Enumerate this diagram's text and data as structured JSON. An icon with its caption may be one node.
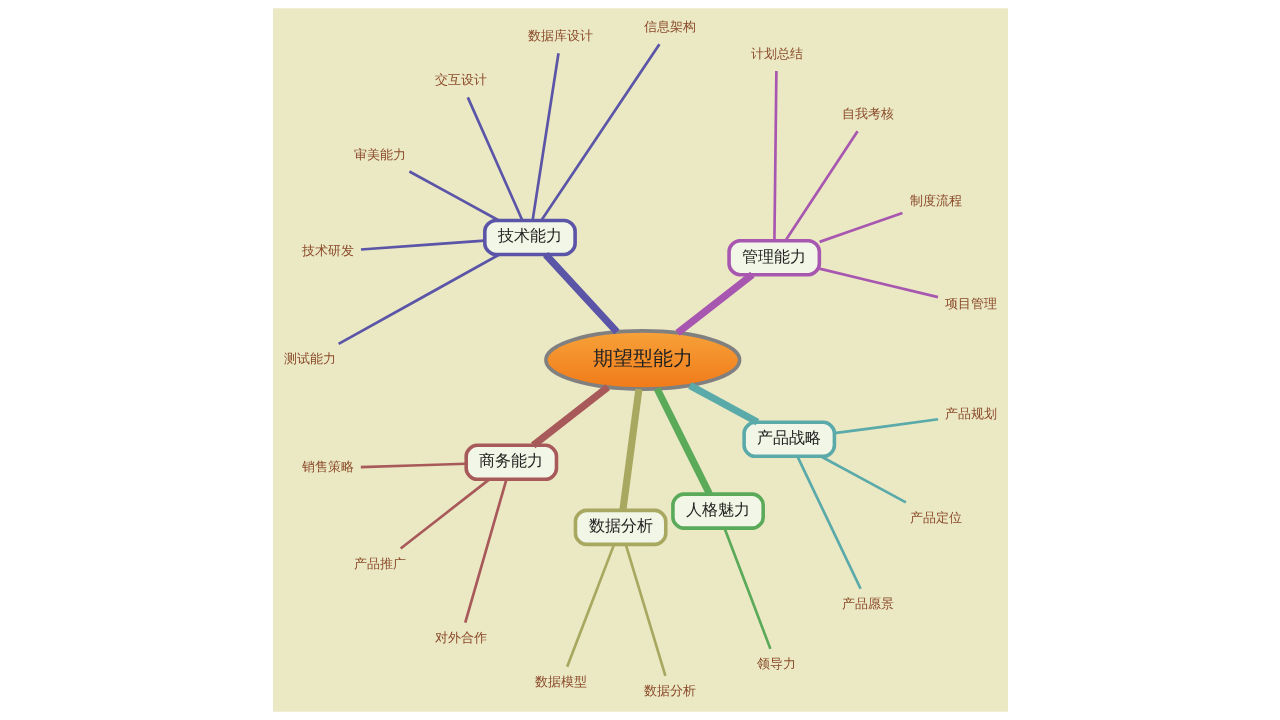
{
  "diagram": {
    "nodes": [
      {
        "text": [
          "期望型能力"
        ]
      },
      {
        "text": [
          "管理能力"
        ]
      },
      {
        "text": [
          "项目管理"
        ]
      },
      {
        "text": [
          "制度流程"
        ]
      },
      {
        "text": [
          "自我考核"
        ]
      },
      {
        "text": [
          "计划总结"
        ]
      },
      {
        "text": [
          "技术能力"
        ]
      },
      {
        "text": [
          "信息架构"
        ]
      },
      {
        "text": [
          "数据库设计"
        ]
      },
      {
        "text": [
          "交互设计"
        ]
      },
      {
        "text": [
          "审美能力"
        ]
      },
      {
        "text": [
          "技术研发"
        ]
      },
      {
        "text": [
          "测试能力"
        ]
      },
      {
        "text": [
          "商务能力"
        ]
      },
      {
        "text": [
          "销售策略"
        ]
      },
      {
        "text": [
          "产品推广"
        ]
      },
      {
        "text": [
          "对外合作"
        ]
      },
      {
        "text": [
          "数据分析"
        ]
      },
      {
        "text": [
          "数据模型"
        ]
      },
      {
        "text": [
          "数据分析"
        ]
      },
      {
        "text": [
          "人格魅力"
        ]
      },
      {
        "text": [
          "领导力"
        ]
      },
      {
        "text": [
          "产品战略"
        ]
      },
      {
        "text": [
          "产品愿景"
        ]
      },
      {
        "text": [
          "产品定位"
        ]
      },
      {
        "text": [
          "产品规划"
        ]
      }
    ],
    "edges": [
      {
        "from": 0,
        "to": 1,
        "arrow": "none",
        "style": "thick",
        "color": "#a857b0"
      },
      {
        "from": 1,
        "to": 2,
        "arrow": "none",
        "color": "#a857b0"
      },
      {
        "from": 1,
        "to": 3,
        "arrow": "none",
        "color": "#a857b0"
      },
      {
        "from": 1,
        "to": 4,
        "arrow": "none",
        "color": "#a857b0"
      },
      {
        "from": 1,
        "to": 5,
        "arrow": "none",
        "color": "#a857b0"
      },
      {
        "from": 0,
        "to": 6,
        "arrow": "none",
        "style": "thick",
        "color": "#5b55a8"
      },
      {
        "from": 6,
        "to": 7,
        "arrow": "none",
        "color": "#5b55a8"
      },
      {
        "from": 6,
        "to": 8,
        "arrow": "none",
        "color": "#5b55a8"
      },
      {
        "from": 6,
        "to": 9,
        "arrow": "none",
        "color": "#5b55a8"
      },
      {
        "from": 6,
        "to": 10,
        "arrow": "none",
        "color": "#5b55a8"
      },
      {
        "from": 6,
        "to": 11,
        "arrow": "none",
        "color": "#5b55a8"
      },
      {
        "from": 6,
        "to": 12,
        "arrow": "none",
        "color": "#5b55a8"
      },
      {
        "from": 0,
        "to": 13,
        "arrow": "none",
        "style": "thick",
        "color": "#a85a5a"
      },
      {
        "from": 13,
        "to": 14,
        "arrow": "none",
        "color": "#a85a5a"
      },
      {
        "from": 13,
        "to": 15,
        "arrow": "none",
        "color": "#a85a5a"
      },
      {
        "from": 13,
        "to": 16,
        "arrow": "none",
        "color": "#a85a5a"
      },
      {
        "from": 0,
        "to": 17,
        "arrow": "none",
        "style": "thick",
        "color": "#a8a860"
      },
      {
        "from": 17,
        "to": 18,
        "arrow": "none",
        "color": "#a8a860"
      },
      {
        "from": 17,
        "to": 19,
        "arrow": "none",
        "color": "#a8a860"
      },
      {
        "from": 0,
        "to": 20,
        "arrow": "none",
        "style": "thick",
        "color": "#5aaa5a"
      },
      {
        "from": 20,
        "to": 21,
        "arrow": "none",
        "color": "#5aaa5a"
      },
      {
        "from": 0,
        "to": 22,
        "arrow": "none",
        "style": "thick",
        "color": "#5aaaaa"
      },
      {
        "from": 22,
        "to": 23,
        "arrow": "none",
        "color": "#5aaaaa"
      },
      {
        "from": 22,
        "to": 24,
        "arrow": "none",
        "color": "#5aaaaa"
      },
      {
        "from": 22,
        "to": 25,
        "arrow": "none",
        "color": "#5aaaaa"
      }
    ]
  }
}
